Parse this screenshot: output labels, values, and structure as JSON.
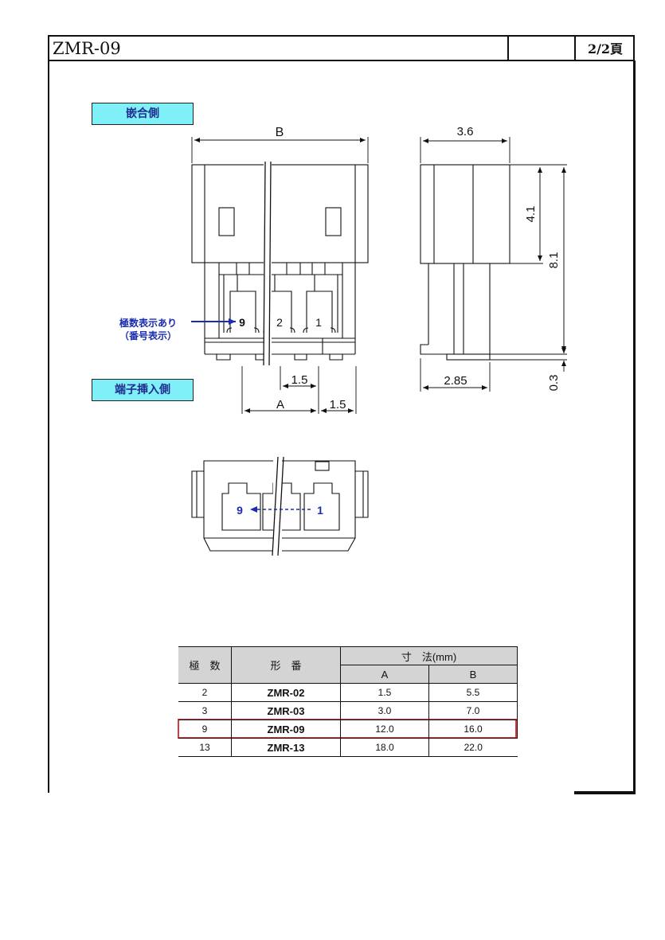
{
  "header": {
    "title": "ZMR-09",
    "page": "2/2頁"
  },
  "sections": {
    "mating_side": "嵌合側",
    "terminal_side": "端子挿入側"
  },
  "drawing": {
    "front": {
      "dim_B": "B",
      "dim_A": "A",
      "dim_pitch": "1.5",
      "dim_end": "1.5",
      "pin_numbers": [
        "9",
        "2",
        "1"
      ]
    },
    "side": {
      "dim_width": "3.6",
      "dim_upper": "4.1",
      "dim_total": "8.1",
      "dim_bottom": "2.85",
      "dim_thickness": "0.3"
    },
    "annotation": {
      "line1": "極数表示あり",
      "line2": "（番号表示）"
    },
    "terminal_view": {
      "pin_left": "9",
      "pin_right": "1"
    }
  },
  "spec_table": {
    "col_poles": "極　数",
    "col_model": "形　番",
    "col_dims": "寸　法(mm)",
    "col_a": "A",
    "col_b": "B",
    "rows": [
      {
        "poles": "2",
        "model": "ZMR-02",
        "a": "1.5",
        "b": "5.5"
      },
      {
        "poles": "3",
        "model": "ZMR-03",
        "a": "3.0",
        "b": "7.0"
      },
      {
        "poles": "9",
        "model": "ZMR-09",
        "a": "12.0",
        "b": "16.0"
      },
      {
        "poles": "13",
        "model": "ZMR-13",
        "a": "18.0",
        "b": "22.0"
      }
    ],
    "highlight_color": "#d8232a"
  }
}
